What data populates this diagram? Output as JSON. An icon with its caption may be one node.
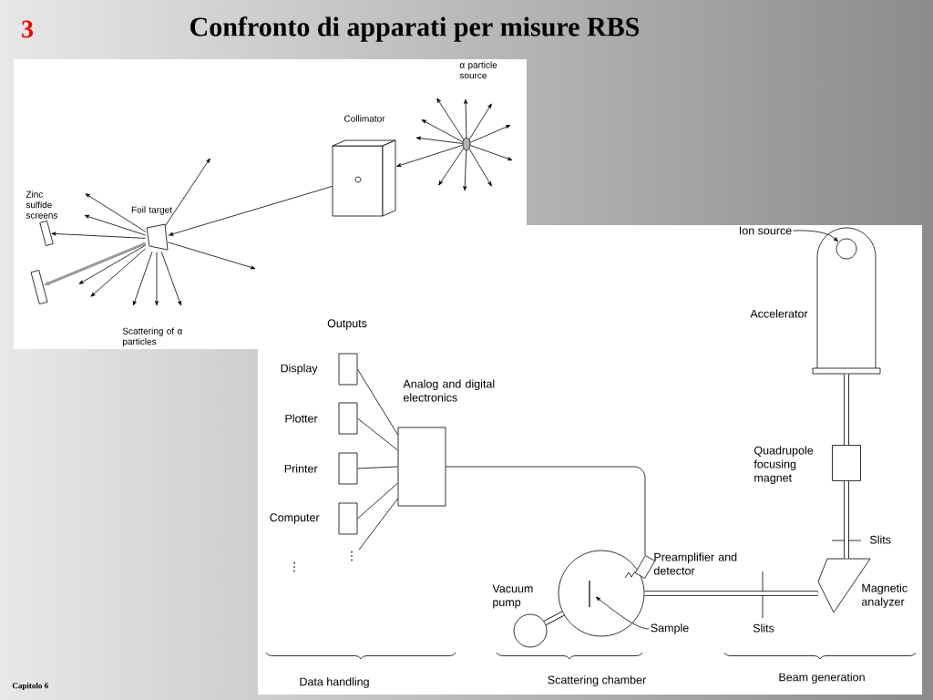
{
  "diagram": {
    "title": "Confronto di apparati per misure RBS",
    "nodes": [
      {
        "text": [],
        "shape": "circle"
      },
      {
        "text": [
          "Collimator"
        ]
      },
      {
        "text": [
          "Foil target"
        ]
      },
      {
        "text": [
          "Zinc sulfide screens"
        ]
      },
      {
        "text": [],
        "shape": "bar"
      },
      {
        "text": [
          "Accelerator"
        ]
      },
      {
        "text": [
          "Ion source"
        ]
      },
      {
        "text": [],
        "shape": "circle",
        "in": 5
      },
      {
        "text": [
          "Quadrupole focusing magnet"
        ]
      },
      {
        "text": [
          "Magnetic analyzer"
        ]
      },
      {
        "text": [],
        "shape": "circle"
      },
      {
        "text": [],
        "shape": "bar",
        "in": 10
      },
      {
        "text": [
          "Sample"
        ]
      },
      {
        "text": [
          "Vacuum pump"
        ]
      },
      {
        "text": [
          "Preamplifier and detector"
        ]
      },
      {
        "text": [
          "Analog and digital electronics"
        ]
      },
      {
        "text": [
          "Display"
        ]
      },
      {
        "text": [
          "Plotter"
        ]
      },
      {
        "text": [
          "Printer"
        ]
      },
      {
        "text": [
          "Computer"
        ]
      },
      {
        "text": [
          "⋮"
        ]
      }
    ],
    "edges": [
      {
        "from": 0,
        "to": 1,
        "arrow": "to"
      },
      {
        "from": 1,
        "to": 2,
        "arrow": "to"
      },
      {
        "from": 2,
        "to": 3,
        "arrow": "to"
      },
      {
        "from": 2,
        "to": 4,
        "arrow": "to",
        "style": "thick",
        "color": "#999999"
      },
      {
        "from": 2,
        "to": null,
        "arrow": "to"
      },
      {
        "from": 2,
        "to": null,
        "arrow": "to"
      },
      {
        "from": 2,
        "to": null,
        "arrow": "to"
      },
      {
        "from": 2,
        "to": null,
        "arrow": "to"
      },
      {
        "from": 2,
        "to": null,
        "arrow": "to"
      },
      {
        "from": 2,
        "to": null,
        "arrow": "to"
      },
      {
        "from": 2,
        "to": null,
        "arrow": "to"
      },
      {
        "from": 2,
        "to": null,
        "arrow": "to"
      },
      {
        "from": 2,
        "to": null,
        "arrow": "to"
      },
      {
        "from": 0,
        "to": null,
        "arrow": "to"
      },
      {
        "from": 0,
        "to": null,
        "arrow": "to"
      },
      {
        "from": 0,
        "to": null,
        "arrow": "to"
      },
      {
        "from": 0,
        "to": null,
        "arrow": "to"
      },
      {
        "from": 0,
        "to": null,
        "arrow": "to"
      },
      {
        "from": 0,
        "to": null,
        "arrow": "to"
      },
      {
        "from": 0,
        "to": null,
        "arrow": "to"
      },
      {
        "from": 0,
        "to": null,
        "arrow": "to"
      },
      {
        "from": 0,
        "to": null,
        "arrow": "to"
      },
      {
        "from": 0,
        "to": null,
        "arrow": "to"
      },
      {
        "from": 6,
        "to": 7,
        "arrow": "to"
      },
      {
        "from": 5,
        "to": 8,
        "arrow": "none",
        "style": "thick"
      },
      {
        "from": 8,
        "to": 9,
        "arrow": "none",
        "style": "thick"
      },
      {
        "from": 9,
        "to": 10,
        "arrow": "none",
        "style": "thick"
      },
      {
        "from": 12,
        "to": 11,
        "arrow": "to"
      },
      {
        "from": 10,
        "to": 13,
        "arrow": "none",
        "style": "thick"
      },
      {
        "from": 14,
        "to": 15,
        "arrow": "none"
      },
      {
        "from": 15,
        "to": 16,
        "arrow": "none"
      },
      {
        "from": 15,
        "to": 17,
        "arrow": "none"
      },
      {
        "from": 15,
        "to": 18,
        "arrow": "none"
      },
      {
        "from": 15,
        "to": 19,
        "arrow": "none"
      },
      {
        "from": 15,
        "to": 20,
        "arrow": "none"
      }
    ],
    "labels": [
      "3",
      "α particle source",
      "Scattering of α particles",
      "Outputs",
      "⋮",
      "Slits",
      "Slits",
      "Data handling",
      "Scattering chamber",
      "Beam generation",
      "Capitolo 6"
    ]
  }
}
